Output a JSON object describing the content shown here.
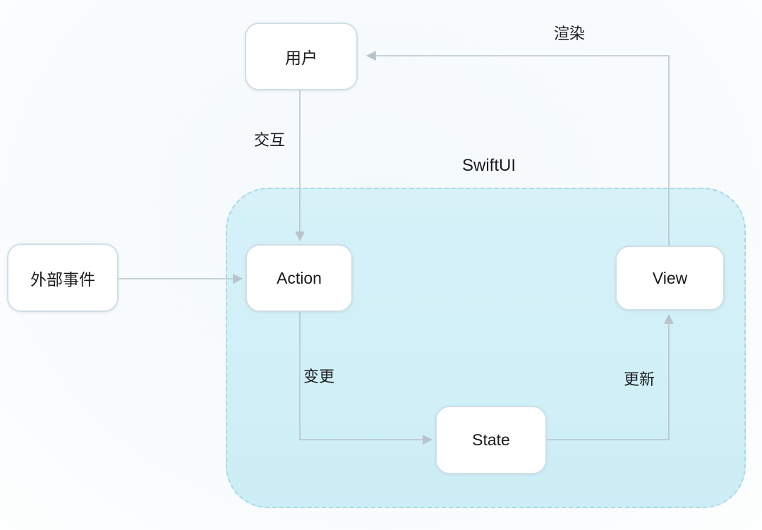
{
  "diagram": {
    "title_label": "SwiftUI",
    "nodes": {
      "user": "用户",
      "external_event": "外部事件",
      "action": "Action",
      "view": "View",
      "state": "State"
    },
    "edge_labels": {
      "render": "渲染",
      "interact": "交互",
      "change": "变更",
      "update": "更新"
    },
    "edges": [
      {
        "from": "view",
        "to": "user",
        "label": "渲染"
      },
      {
        "from": "user",
        "to": "action",
        "label": "交互"
      },
      {
        "from": "external_event",
        "to": "action",
        "label": ""
      },
      {
        "from": "action",
        "to": "state",
        "label": "变更"
      },
      {
        "from": "state",
        "to": "view",
        "label": "更新"
      }
    ],
    "colors": {
      "background": "#f8fbfd",
      "container_fill": "#d6f1f8",
      "container_border": "#a8d8e6",
      "node_fill": "#ffffff",
      "node_border": "#cfdfe5",
      "connector": "#b7c4cb",
      "text": "#1a1a1c"
    }
  }
}
